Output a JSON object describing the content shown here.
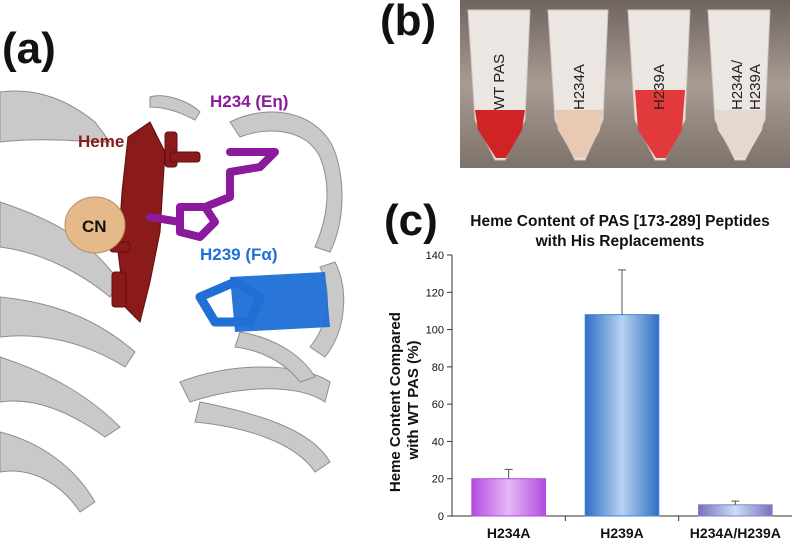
{
  "panels": {
    "a": "(a)",
    "b": "(b)",
    "c": "(c)"
  },
  "structure": {
    "labels": {
      "heme": "Heme",
      "cn": "CN",
      "h234": "H234 (Eη)",
      "h239": "H239 (Fα)"
    },
    "colors": {
      "heme": "#8b1a1a",
      "h234": "#8b1a9c",
      "h239": "#1f6fd6",
      "cn": "#e6b98a",
      "ribbon": "#c8c8c8"
    }
  },
  "photo": {
    "tubes": [
      "WT PAS",
      "H234A",
      "H239A",
      "H234A/\nH239A"
    ]
  },
  "chart_data": {
    "type": "bar",
    "title": [
      "Heme Content of PAS [173-289] Peptides",
      "with His Replacements"
    ],
    "ylabel": [
      "Heme Content Compared",
      "with WT PAS (%)"
    ],
    "xlabel": "",
    "categories": [
      "H234A",
      "H239A",
      "H234A/H239A"
    ],
    "values": [
      20,
      108,
      6
    ],
    "errors": [
      5,
      24,
      2
    ],
    "colors": [
      "#b24be0",
      "#3f86d6",
      "#8a7fc4"
    ],
    "ylim": [
      0,
      140
    ],
    "yticks": [
      0,
      20,
      40,
      60,
      80,
      100,
      120,
      140
    ],
    "grid": false,
    "legend": "none"
  }
}
